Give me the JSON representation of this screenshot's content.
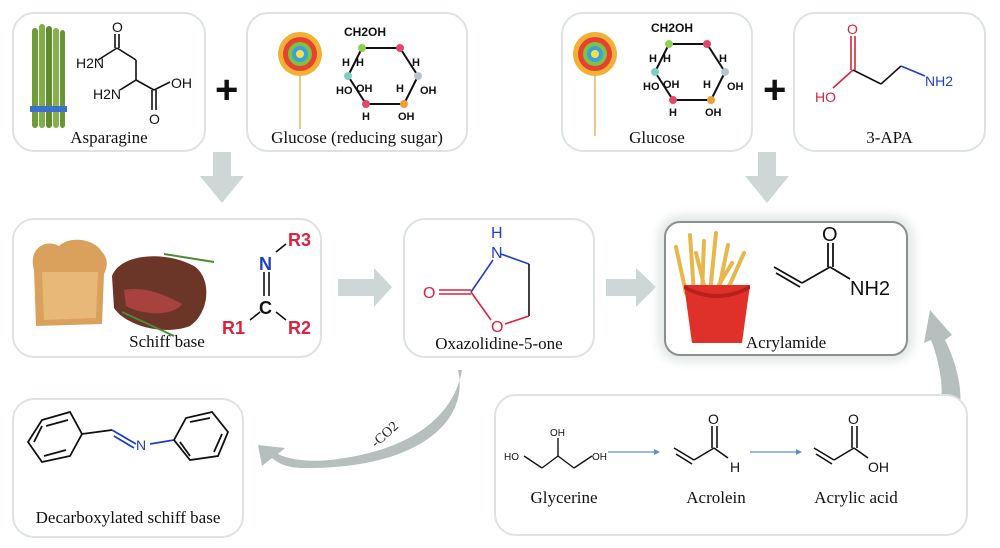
{
  "title": "Acrylamide formation pathways",
  "nodes": {
    "asparagine": {
      "label": "Asparagine",
      "formula_atoms": [
        "O",
        "H2N",
        "H2N",
        "OH",
        "O"
      ]
    },
    "glucose_reducing": {
      "label": "Glucose (reducing sugar)",
      "top_group": "CH2OH"
    },
    "glucose": {
      "label": "Glucose",
      "top_group": "CH2OH"
    },
    "apa": {
      "label": "3-APA",
      "atoms": [
        "O",
        "HO",
        "NH2"
      ]
    },
    "schiff_base": {
      "label": "Schiff base",
      "atoms": [
        "N",
        "C",
        "R1",
        "R2",
        "R3"
      ]
    },
    "oxazolidine": {
      "label": "Oxazolidine-5-one",
      "atoms": [
        "H",
        "N",
        "O",
        "O"
      ]
    },
    "acrylamide": {
      "label": "Acrylamide",
      "atoms": [
        "O",
        "NH2"
      ]
    },
    "decarboxylated": {
      "label": "Decarboxylated schiff base",
      "atoms": [
        "N"
      ]
    },
    "glycerine": {
      "label": "Glycerine",
      "atoms": [
        "OH",
        "HO",
        "OH"
      ]
    },
    "acrolein": {
      "label": "Acrolein",
      "atoms": [
        "O",
        "H"
      ]
    },
    "acrylic_acid": {
      "label": "Acrylic acid",
      "atoms": [
        "O",
        "OH"
      ]
    }
  },
  "operators": {
    "plus": "+"
  },
  "edges": [
    {
      "from": "asparagine+glucose_reducing",
      "to": "schiff_base"
    },
    {
      "from": "schiff_base",
      "to": "oxazolidine"
    },
    {
      "from": "oxazolidine",
      "to": "acrylamide"
    },
    {
      "from": "glucose+apa",
      "to": "acrylamide"
    },
    {
      "from": "oxazolidine",
      "to": "decarboxylated",
      "label": "-CO2"
    },
    {
      "from": "glycerine",
      "to": "acrolein"
    },
    {
      "from": "acrolein",
      "to": "acrylic_acid"
    },
    {
      "from": "acrylic_acid",
      "to": "acrylamide"
    }
  ],
  "colors": {
    "box_border": "#dde3e3",
    "arrow": "#cfd6d6",
    "nitrogen": "#1d3fc9",
    "oxygen": "#d9233f",
    "curve_arrow": "#a9b0b0"
  }
}
